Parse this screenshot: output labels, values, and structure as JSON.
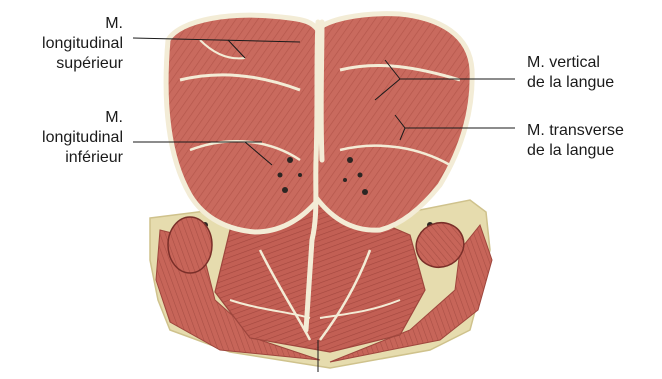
{
  "labels": {
    "longitudinal_superieur": [
      "M.",
      "longitudinal",
      "supérieur"
    ],
    "longitudinal_inferieur": [
      "M.",
      "longitudinal",
      "inférieur"
    ],
    "vertical": [
      "M. vertical",
      "de la langue"
    ],
    "transverse": [
      "M. transverse",
      "de la langue"
    ]
  },
  "colors": {
    "muscle": "#c96a5e",
    "muscle_dark": "#a84b42",
    "fat": "#e6dcae",
    "septum": "#f3ecd6",
    "leader": "#1a1a1a"
  }
}
